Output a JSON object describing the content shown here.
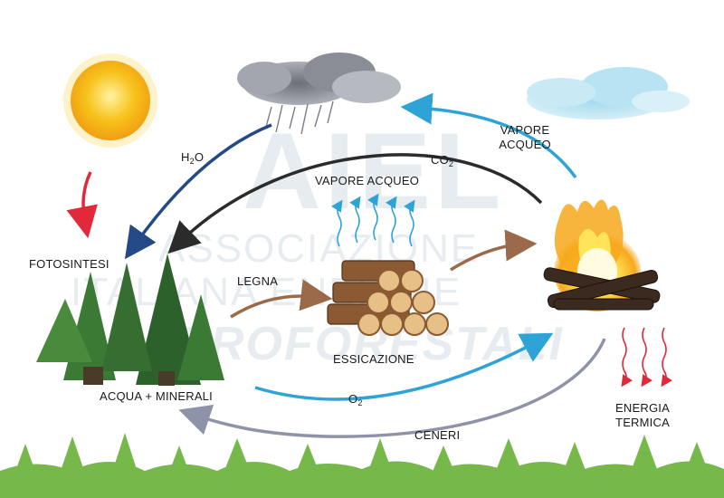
{
  "watermark": {
    "logo": "AIEL",
    "line1": "ASSOCIAZIONE",
    "line2": "ITALIANA ENERGIE",
    "line3": "AGROFORESTALI"
  },
  "labels": {
    "fotosintesi": "FOTOSINTESI",
    "h2o_main": "H",
    "h2o_sub": "2",
    "h2o_tail": "O",
    "co2_main": "CO",
    "co2_sub": "2",
    "vapore_top_line1": "VAPORE",
    "vapore_top_line2": "ACQUEO",
    "vapore_center": "VAPORE ACQUEO",
    "legna": "LEGNA",
    "essicazione": "ESSICAZIONE",
    "acqua_minerali": "ACQUA + MINERALI",
    "o2_main": "O",
    "o2_sub": "2",
    "ceneri": "CENERI",
    "energia_line1": "ENERGIA",
    "energia_line2": "TERMICA"
  },
  "colors": {
    "sun": "#f7c21b",
    "red_arrow": "#e2283b",
    "dark_blue_arrow": "#234a86",
    "black_arrow": "#2b2b2b",
    "light_blue_arrow": "#2ea3d6",
    "brown_arrow": "#9a6a4a",
    "grey_arrow": "#8e93a8",
    "tree_green": "#2f6b2f",
    "forest_green": "#76b84a",
    "wood": "#b7864a"
  }
}
